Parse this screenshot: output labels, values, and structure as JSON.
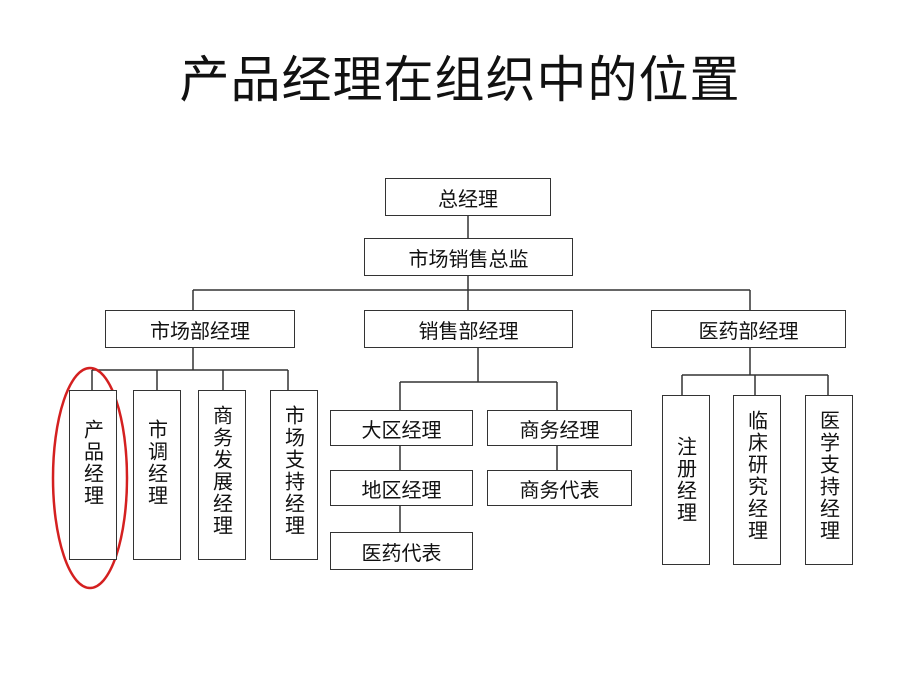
{
  "title": "产品经理在组织中的位置",
  "nodes": {
    "gm": "总经理",
    "marketing_sales_director": "市场销售总监",
    "marketing_manager": "市场部经理",
    "sales_manager": "销售部经理",
    "medical_manager": "医药部经理",
    "product_manager": "产品经理",
    "market_research_manager": "市调经理",
    "business_dev_manager": "商务发展经理",
    "market_support_manager": "市场支持经理",
    "regional_manager": "大区经理",
    "area_manager": "地区经理",
    "med_rep": "医药代表",
    "business_manager": "商务经理",
    "business_rep": "商务代表",
    "registration_manager": "注册经理",
    "clinical_research_manager": "临床研究经理",
    "medical_support_manager": "医学支持经理"
  },
  "highlight": {
    "target": "product_manager",
    "color": "#d42020"
  },
  "line_color": "#333333"
}
